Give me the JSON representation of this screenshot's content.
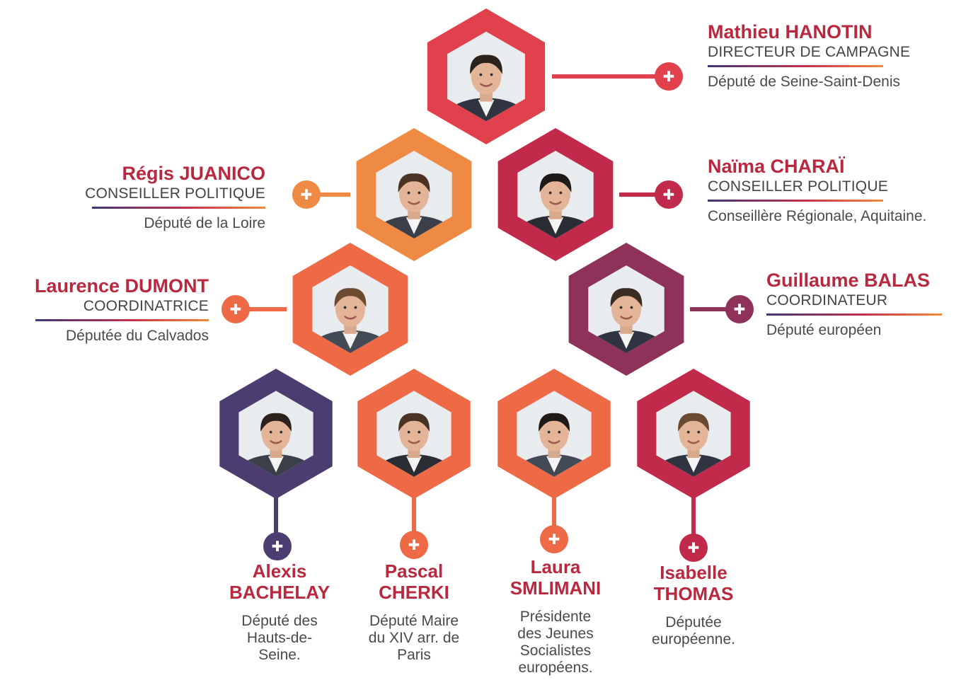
{
  "colors": {
    "red": "#e0414d",
    "crimson": "#c12a4a",
    "orange": "#ef8a45",
    "orange_red": "#ee6a47",
    "plum": "#8e3259",
    "purple": "#4c3d70",
    "name_color": "#b8293f"
  },
  "plus_glyph": "✚",
  "people": [
    {
      "id": "hanotin",
      "name": "Mathieu HANOTIN",
      "role": "DIRECTEUR DE CAMPAGNE",
      "desc": "Député de Seine-Saint-Denis",
      "color": "red",
      "icon": "portrait-icon"
    },
    {
      "id": "juanico",
      "name": "Régis JUANICO",
      "role": "CONSEILLER POLITIQUE",
      "desc": "Député de la Loire",
      "color": "orange",
      "icon": "portrait-icon"
    },
    {
      "id": "charai",
      "name": "Naïma CHARAÏ",
      "role": "CONSEILLER POLITIQUE",
      "desc": "Conseillère Régionale, Aquitaine.",
      "color": "crimson",
      "icon": "portrait-icon"
    },
    {
      "id": "dumont",
      "name": "Laurence DUMONT",
      "role": "COORDINATRICE",
      "desc": "Députée du Calvados",
      "color": "orange_red",
      "icon": "portrait-icon"
    },
    {
      "id": "balas",
      "name": "Guillaume BALAS",
      "role": "COORDINATEUR",
      "desc": "Député européen",
      "color": "plum",
      "icon": "portrait-icon"
    },
    {
      "id": "bachelay",
      "name": "Alexis BACHELAY",
      "name_lines": [
        "Alexis",
        "BACHELAY"
      ],
      "desc_lines": [
        "Député des",
        "Hauts-de-",
        "Seine."
      ],
      "color": "purple",
      "icon": "portrait-icon"
    },
    {
      "id": "cherki",
      "name": "Pascal CHERKI",
      "name_lines": [
        "Pascal",
        "CHERKI"
      ],
      "desc_lines": [
        "Député Maire",
        "du XIV arr. de",
        "Paris"
      ],
      "color": "orange_red",
      "icon": "portrait-icon"
    },
    {
      "id": "smlimani",
      "name": "Laura SMLIMANI",
      "name_lines": [
        "Laura",
        "SMLIMANI"
      ],
      "desc_lines": [
        "Présidente",
        "des Jeunes",
        "Socialistes",
        "européens."
      ],
      "color": "orange_red",
      "icon": "portrait-icon"
    },
    {
      "id": "thomas",
      "name": "Isabelle THOMAS",
      "name_lines": [
        "Isabelle",
        "THOMAS"
      ],
      "desc_lines": [
        "Députée",
        "européenne."
      ],
      "color": "crimson",
      "icon": "portrait-icon"
    }
  ]
}
